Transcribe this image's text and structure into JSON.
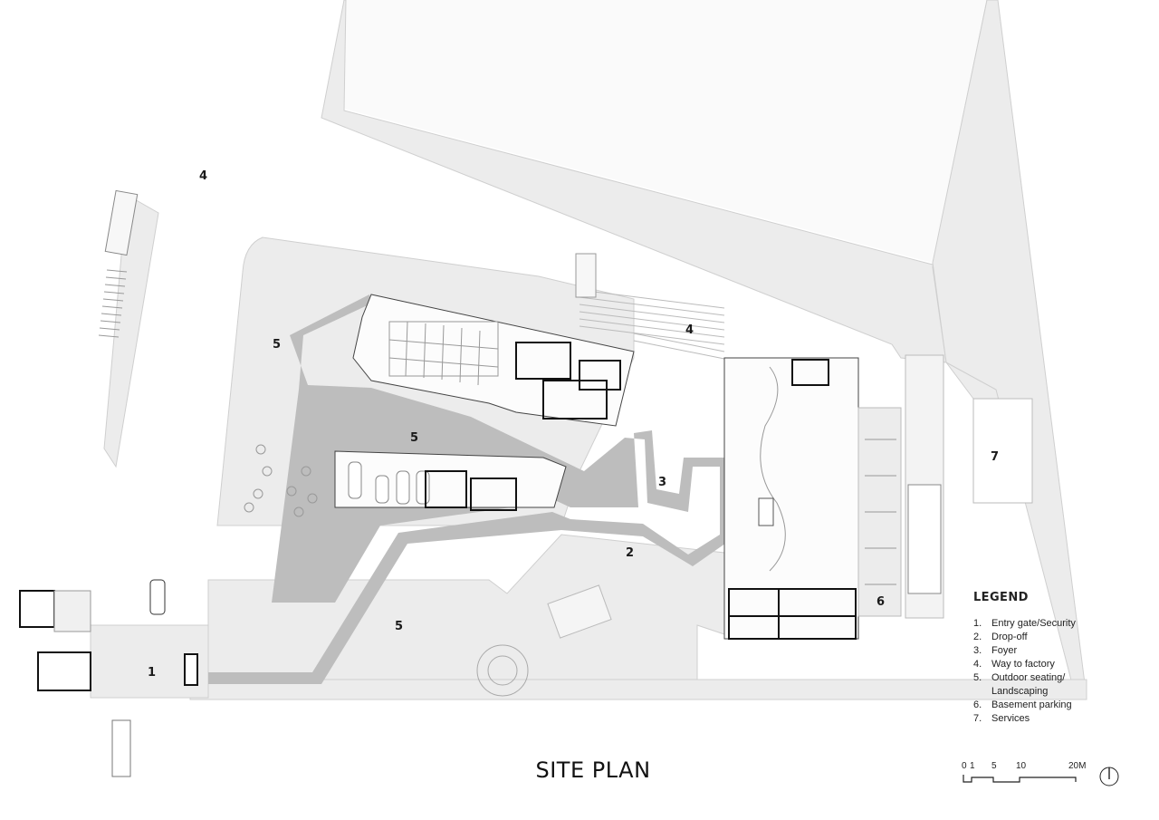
{
  "drawing": {
    "title": "SITE PLAN",
    "zone_labels": {
      "entry_gate": "1",
      "drop_off": "2",
      "foyer": "3",
      "factory_way_west": "4",
      "factory_way_north": "4",
      "outdoor_west": "5",
      "outdoor_middle": "5",
      "outdoor_south": "5",
      "parking": "6",
      "services": "7"
    }
  },
  "legend": {
    "title": "LEGEND",
    "items": [
      {
        "num": "1.",
        "text": "Entry gate/Security"
      },
      {
        "num": "2.",
        "text": "Drop-off"
      },
      {
        "num": "3.",
        "text": "Foyer"
      },
      {
        "num": "4.",
        "text": "Way to factory"
      },
      {
        "num": "5.",
        "text": "Outdoor seating/\nLandscaping"
      },
      {
        "num": "6.",
        "text": "Basement parking"
      },
      {
        "num": "7.",
        "text": "Services"
      }
    ]
  },
  "scale": {
    "labels": {
      "m0": "0",
      "m1": "1",
      "m5": "5",
      "m10": "10",
      "m20": "20M"
    }
  },
  "colors": {
    "ground": "#ececec",
    "path": "#b9b9b9",
    "line": "#9a9a9a",
    "wall": "#111111",
    "text": "#1a1a1a"
  },
  "icons": {
    "north_arrow": "north-arrow-icon",
    "vehicles": "truck-icon"
  }
}
